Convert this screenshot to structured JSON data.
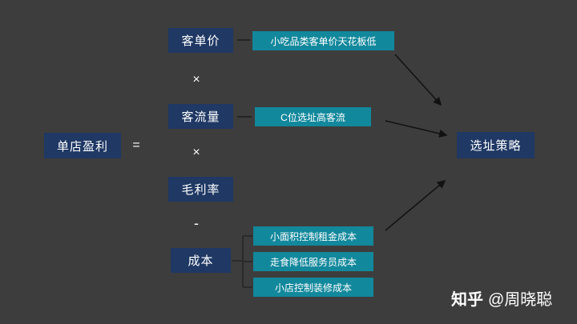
{
  "formula": {
    "root": "单店盈利",
    "equals": "=",
    "times": "×",
    "minus": "-",
    "factors": [
      "客单价",
      "客流量",
      "毛利率",
      "成本"
    ]
  },
  "notes": [
    "小吃品类客单价天花板低",
    "C位选址高客流",
    "小面积控制租金成本",
    "走食降低服务员成本",
    "小店控制装修成本"
  ],
  "result": "选址策略",
  "watermark": {
    "brand": "知乎",
    "author": "@周晓聪"
  },
  "colors": {
    "background": "#3d3d3d",
    "node": "#1f3864",
    "note": "#12889c",
    "arrow": "#111111",
    "connector": "#242424",
    "text": "#ffffff"
  }
}
